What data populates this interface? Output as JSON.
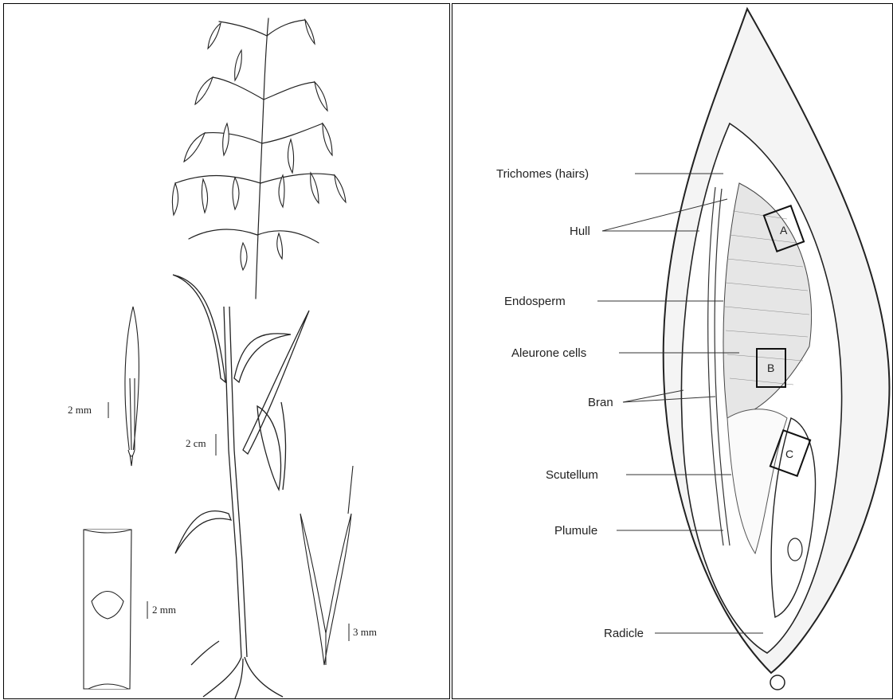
{
  "left": {
    "scale_labels": [
      "2 mm",
      "2 cm",
      "2 mm",
      "3 mm"
    ]
  },
  "right": {
    "labels": [
      "Trichomes (hairs)",
      "Hull",
      "Endosperm",
      "Aleurone cells",
      "Bran",
      "Scutellum",
      "Plumule",
      "Radicle"
    ],
    "boxes": [
      "A",
      "B",
      "C"
    ]
  }
}
